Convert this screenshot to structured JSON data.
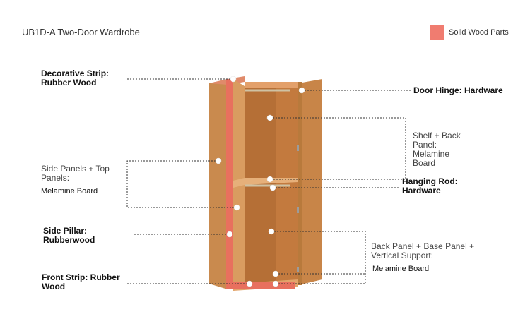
{
  "title": "UB1D-A Two-Door Wardrobe",
  "legend": {
    "label": "Solid Wood Parts",
    "color": "#f07c70"
  },
  "callouts": {
    "decorative_strip": {
      "line1": "Decorative Strip:",
      "line2": "Rubber Wood"
    },
    "door_hinge": {
      "text": "Door Hinge: Hardware"
    },
    "side_panels": {
      "line1": "Side Panels + Top",
      "line2": "Panels:",
      "material": "Melamine Board"
    },
    "shelf_back": {
      "line1": "Shelf + Back",
      "line2": "Panel:",
      "line3": "Melamine",
      "line4": "Board"
    },
    "hanging_rod": {
      "line1": "Hanging Rod:",
      "line2": "Hardware"
    },
    "side_pillar": {
      "line1": "Side Pillar:",
      "line2": "Rubberwood"
    },
    "back_base": {
      "line1": "Back Panel + Base Panel +",
      "line2": "Vertical Support:",
      "material": "Melamine Board"
    },
    "front_strip": {
      "line1": "Front Strip: Rubber",
      "line2": "Wood"
    }
  }
}
